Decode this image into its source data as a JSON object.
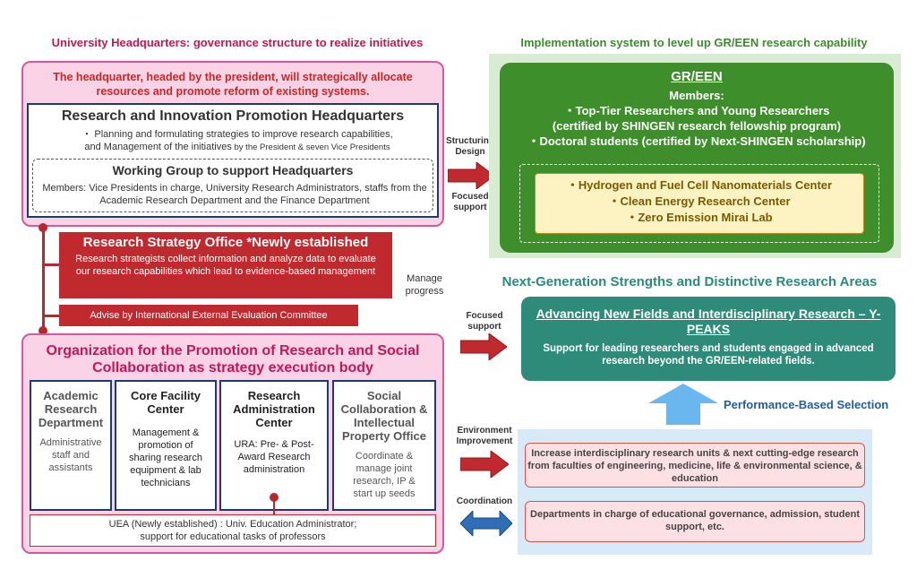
{
  "headers": {
    "left": "University Headquarters: governance structure to realize initiatives",
    "right": "Implementation system to level up GR/EEN research capability"
  },
  "headquarters": {
    "lead": "The headquarter, headed by the president, will strategically allocate resources and promote reform of existing systems.",
    "title": "Research and Innovation Promotion Headquarters",
    "desc_line1": "・ Planning and formulating strategies to improve research capabilities,",
    "desc_line2": "and Management of the initiatives",
    "desc_small": " by the President & seven Vice Presidents",
    "wg_title": "Working Group to support Headquarters",
    "wg_desc": "Members: Vice Presidents in charge, University Research Administrators, staffs from the Academic Research Department and the Finance Department"
  },
  "strategy_office": {
    "title": "Research Strategy Office *Newly established",
    "desc": "Research strategists collect information and analyze data  to evaluate our research capabilities which lead to evidence-based management",
    "advise": "Advise by International External Evaluation Committee",
    "manage": "Manage progress"
  },
  "organization": {
    "title": "Organization for the Promotion of Research and Social Collaboration  as strategy execution body",
    "units": [
      {
        "title": "Academic Research Department",
        "desc": "Administrative staff and assistants"
      },
      {
        "title": "Core Facility Center",
        "desc": "Management & promotion of sharing research equipment & lab technicians"
      },
      {
        "title": "Research Administration Center",
        "desc": "URA: Pre- & Post-Award Research administration"
      },
      {
        "title": "Social Collaboration & Intellectual Property Office",
        "desc": "Coordinate & manage joint research, IP & start up seeds"
      }
    ],
    "uea_line1": "UEA (Newly established) : Univ. Education Administrator;",
    "uea_line2": "support for educational tasks of professors"
  },
  "arrows": {
    "structuring": "Structuring Design",
    "focused1": "Focused support",
    "focused2": "Focused support",
    "environment": "Environment Improvement",
    "coordination": "Coordination",
    "colors": {
      "red": "#c0292e",
      "blue": "#2f6db5",
      "light_blue": "#6ab7f0"
    }
  },
  "green": {
    "title": "GR/EEN",
    "members_label": "Members:",
    "members": [
      "・Top-Tier Researchers and Young Researchers",
      "(certified by SHINGEN research fellowship program)",
      "・Doctoral students (certified by Next-SHINGEN scholarship)"
    ],
    "centers": [
      "・Hydrogen and Fuel Cell Nanomaterials Center",
      "・Clean Energy Research Center",
      "・Zero Emission Mirai Lab"
    ]
  },
  "next_gen": {
    "title": "Next-Generation Strengths and Distinctive Research Areas",
    "box_title": "Advancing New Fields and Interdisciplinary Research – Y-PEAKS",
    "box_desc": "Support for leading researchers and students engaged in advanced research beyond the GR/EEN-related fields.",
    "performance": "Performance-Based Selection"
  },
  "lower_right": {
    "item1": "Increase interdisciplinary research units & next cutting-edge research from faculties of engineering, medicine, life & environmental science, & education",
    "item2": "Departments in charge of educational governance, admission, student support, etc."
  }
}
